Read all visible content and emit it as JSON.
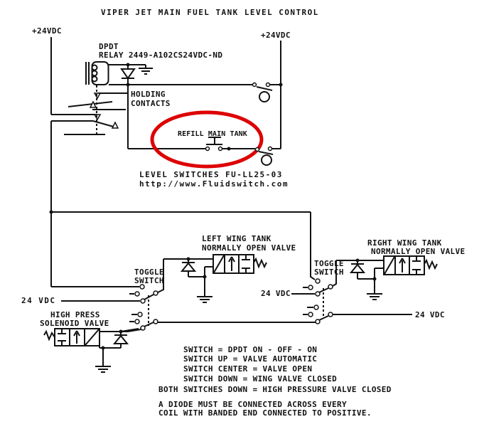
{
  "title": "VIPER JET MAIN FUEL TANK LEVEL CONTROL",
  "supply": {
    "top_left": "+24VDC",
    "top_right": "+24VDC",
    "left_mid": "24 VDC",
    "center": "24 VDC",
    "bottom_right": "24 VDC"
  },
  "relay": {
    "type_label": "DPDT",
    "part_label": "RELAY 2449-A102CS24VDC-ND",
    "holding_line1": "HOLDING",
    "holding_line2": "CONTACTS"
  },
  "refill_button": {
    "label": "REFILL MAIN TANK"
  },
  "level_switches": {
    "model": "LEVEL SWITCHES FU-LL25-03",
    "url": "http://www.Fluidswitch.com"
  },
  "left_valve": {
    "line1": "LEFT WING TANK",
    "line2": "NORMALLY OPEN VALVE"
  },
  "right_valve": {
    "line1": "RIGHT WING TANK",
    "line2": "NORMALLY OPEN VALVE"
  },
  "hp_valve": {
    "line1": "HIGH PRESS",
    "line2": "SOLENOID VALVE"
  },
  "toggle_left": {
    "line1": "TOGGLE",
    "line2": "SWITCH"
  },
  "toggle_right": {
    "line1": "TOGGLE",
    "line2": "SWITCH"
  },
  "notes": {
    "lines": [
      "SWITCH = DPDT ON - OFF - ON",
      "SWITCH UP = VALVE AUTOMATIC",
      "SWITCH CENTER = VALVE OPEN",
      "SWITCH DOWN = WING VALVE CLOSED",
      "BOTH SWITCHES DOWN = HIGH PRESSURE VALVE CLOSED"
    ],
    "diode_note": [
      "A DIODE MUST BE CONNECTED ACROSS EVERY",
      "COIL WITH BANDED END CONNECTED TO POSITIVE."
    ]
  },
  "colors": {
    "line": "#111111",
    "highlight": "#dd0000",
    "background": "#ffffff"
  }
}
